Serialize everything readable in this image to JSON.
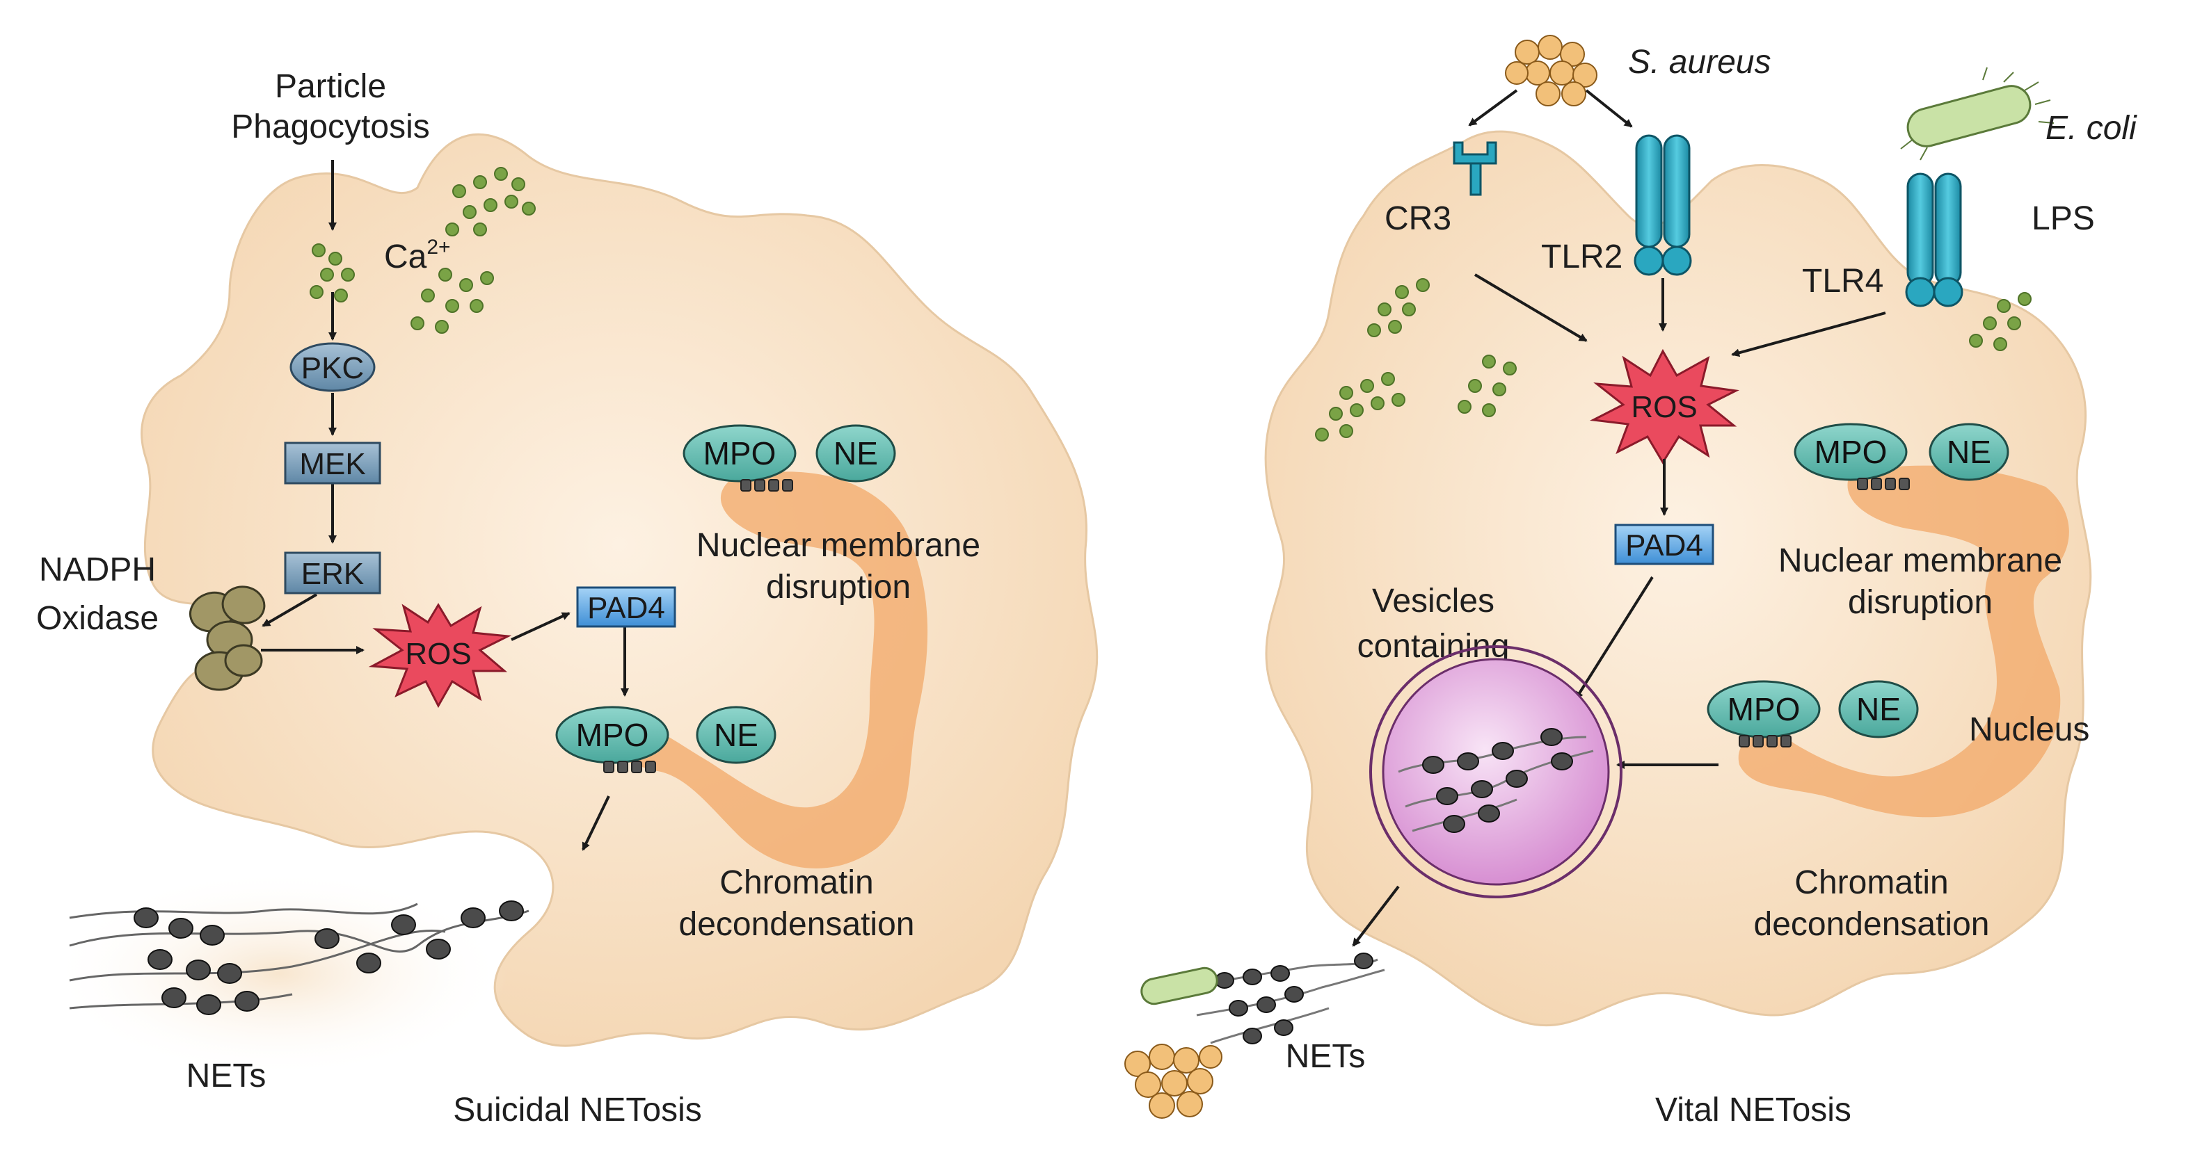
{
  "colors": {
    "cell": "#f6dfc1",
    "cell_edge": "#e4c49e",
    "nucleus": "#ee9f62",
    "protein": "#5fb9ad",
    "ros": "#ea4a5e",
    "kinase": "#6e94b0",
    "pad4": "#4d9ad8",
    "receptor": "#2aa7c0",
    "calcium": "#78a245",
    "oxidase": "#a19766",
    "vesicle": "#cc7fc7",
    "ecoli": "#c9e2a6",
    "saureus": "#f2c079"
  },
  "suicidal": {
    "trigger_line1": "Particle",
    "trigger_line2": "Phagocytosis",
    "calcium": "Ca",
    "calcium_sup": "2+",
    "pkc": "PKC",
    "mek": "MEK",
    "erk": "ERK",
    "nadph_line1": "NADPH",
    "nadph_line2": "Oxidase",
    "ros": "ROS",
    "pad4": "PAD4",
    "mpo": "MPO",
    "ne": "NE",
    "membrane_line1": "Nuclear membrane",
    "membrane_line2": "disruption",
    "chromatin_line1": "Chromatin",
    "chromatin_line2": "decondensation",
    "nets": "NETs",
    "caption": "Suicidal NETosis"
  },
  "vital": {
    "saureus": "S. aureus",
    "ecoli": "E. coli",
    "lps": "LPS",
    "cr3": "CR3",
    "tlr2": "TLR2",
    "tlr4": "TLR4",
    "ros": "ROS",
    "pad4": "PAD4",
    "mpo": "MPO",
    "ne": "NE",
    "membrane_line1": "Nuclear membrane",
    "membrane_line2": "disruption",
    "vesicles_line1": "Vesicles",
    "vesicles_line2": "containing",
    "nucleus": "Nucleus",
    "chromatin_line1": "Chromatin",
    "chromatin_line2": "decondensation",
    "nets": "NETs",
    "caption": "Vital NETosis"
  }
}
